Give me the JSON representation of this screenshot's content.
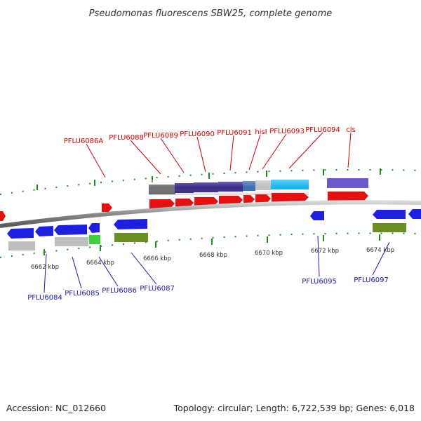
{
  "title": "Pseudomonas fluorescens SBW25, complete genome",
  "footer": {
    "accession": "Accession: NC_012660",
    "topology": "Topology: circular; Length: 6,722,539 bp; Genes: 6,018"
  },
  "colors": {
    "forward_cds": "#e51111",
    "reverse_cds": "#1f1fe0",
    "backbone": "#8a8a8a",
    "tick": "#1f8a1f",
    "label_top": "#cc0000",
    "label_bottom": "#1a1aa6"
  },
  "ticks": {
    "labels": [
      "6662 kbp",
      "6664 kbp",
      "6666 kbp",
      "6668 kbp",
      "6670 kbp",
      "6672 kbp",
      "6674 kbp"
    ]
  },
  "labels_top": [
    "PFLU6086A",
    "PFLU6088",
    "PFLU6089",
    "PFLU6090",
    "PFLU6091",
    "hisI",
    "PFLU6093",
    "PFLU6094",
    "cls"
  ],
  "labels_bottom": [
    "PFLU6084",
    "PFLU6085",
    "PFLU6086",
    "PFLU6087",
    "PFLU6095",
    "PFLU6097"
  ]
}
